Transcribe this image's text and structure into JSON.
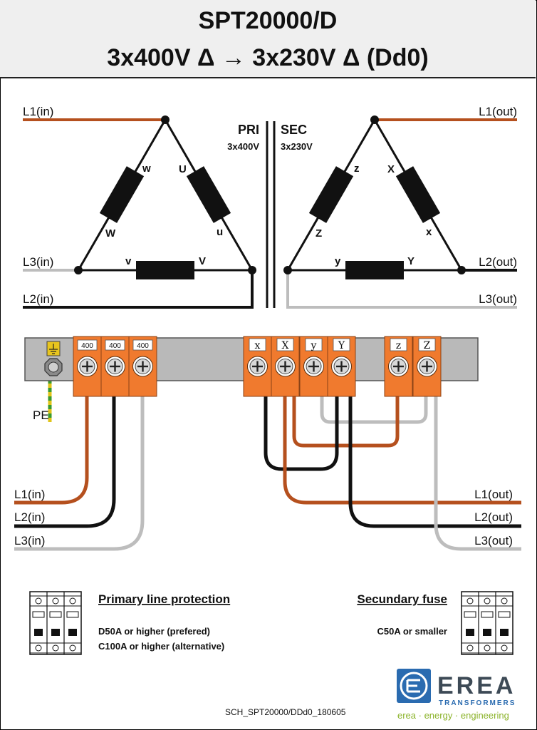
{
  "header": {
    "model": "SPT20000/D",
    "config": "3x400V Δ → 3x230V Δ  (Dd0)"
  },
  "schematic": {
    "primary": {
      "heading": "PRI",
      "voltage": "3x400V",
      "lines": [
        "L1(in)",
        "L3(in)",
        "L2(in)"
      ],
      "winding_labels": [
        "w",
        "U",
        "W",
        "u",
        "v",
        "V"
      ]
    },
    "secondary": {
      "heading": "SEC",
      "voltage": "3x230V",
      "lines": [
        "L1(out)",
        "L2(out)",
        "L3(out)"
      ],
      "winding_labels": [
        "z",
        "X",
        "Z",
        "x",
        "y",
        "Y"
      ]
    }
  },
  "terminal_block": {
    "pe_label": "PE",
    "primary_terminals": [
      "400",
      "400",
      "400"
    ],
    "secondary_terminals": [
      "x",
      "X",
      "y",
      "Y",
      "z",
      "Z"
    ],
    "input_lines": [
      "L1(in)",
      "L2(in)",
      "L3(in)"
    ],
    "output_lines": [
      "L1(out)",
      "L2(out)",
      "L3(out)"
    ]
  },
  "protection": {
    "primary_title": "Primary line protection",
    "primary_line1": "D50A or higher (prefered)",
    "primary_line2": "C100A or higher (alternative)",
    "secondary_title": "Secundary fuse",
    "secondary_line1": "C50A or smaller"
  },
  "logo": {
    "name": "EREA",
    "sub": "TRANSFORMERS",
    "tagline": "erea · energy · engineering"
  },
  "doc_code": "SCH_SPT20000/DDd0_180605",
  "colors": {
    "brown": "#b5501e",
    "black": "#111111",
    "grey": "#bdbdbd",
    "orange": "#f07a2e",
    "bar": "#b9b9b9",
    "logo_blue": "#2a6bb0",
    "logo_dark": "#3d4a56",
    "tagline": "#8bb32a"
  }
}
